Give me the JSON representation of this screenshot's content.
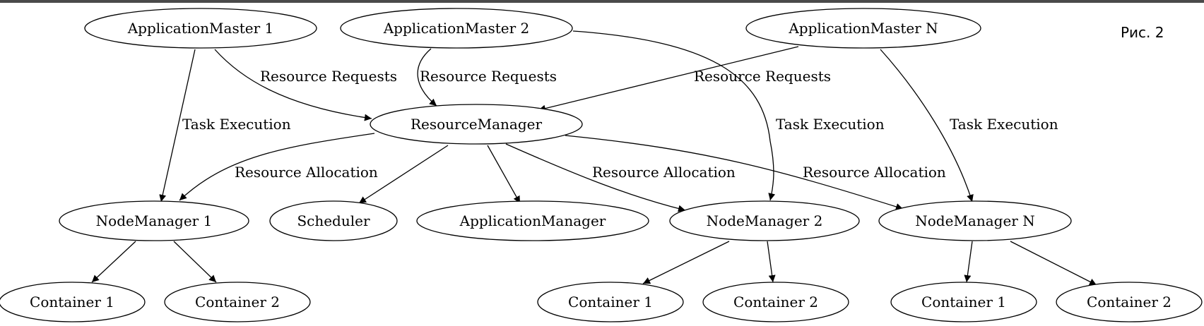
{
  "figure_label": "Рис. 2",
  "colors": {
    "stroke": "#000000",
    "background": "#ffffff",
    "top_bar": "#4a4a4a"
  },
  "nodes": {
    "am1": "ApplicationMaster 1",
    "am2": "ApplicationMaster 2",
    "amn": "ApplicationMaster N",
    "rm": "ResourceManager",
    "nm1": "NodeManager 1",
    "sched": "Scheduler",
    "appmgr": "ApplicationManager",
    "nm2": "NodeManager 2",
    "nmn": "NodeManager N",
    "c11": "Container 1",
    "c12": "Container 2",
    "c21": "Container 1",
    "c22": "Container 2",
    "cn1": "Container 1",
    "cn2": "Container 2"
  },
  "edges": [
    {
      "from": "am1",
      "to": "rm",
      "label": "Resource Requests"
    },
    {
      "from": "am1",
      "to": "nm1",
      "label": "Task Execution"
    },
    {
      "from": "am2",
      "to": "rm",
      "label": "Resource Requests"
    },
    {
      "from": "am2",
      "to": "nm2",
      "label": "Task Execution"
    },
    {
      "from": "amn",
      "to": "rm",
      "label": "Resource Requests"
    },
    {
      "from": "amn",
      "to": "nmn",
      "label": "Task Execution"
    },
    {
      "from": "rm",
      "to": "nm1",
      "label": "Resource Allocation"
    },
    {
      "from": "rm",
      "to": "sched",
      "label": ""
    },
    {
      "from": "rm",
      "to": "appmgr",
      "label": ""
    },
    {
      "from": "rm",
      "to": "nm2",
      "label": "Resource Allocation"
    },
    {
      "from": "rm",
      "to": "nmn",
      "label": "Resource Allocation"
    },
    {
      "from": "nm1",
      "to": "c11",
      "label": ""
    },
    {
      "from": "nm1",
      "to": "c12",
      "label": ""
    },
    {
      "from": "nm2",
      "to": "c21",
      "label": ""
    },
    {
      "from": "nm2",
      "to": "c22",
      "label": ""
    },
    {
      "from": "nmn",
      "to": "cn1",
      "label": ""
    },
    {
      "from": "nmn",
      "to": "cn2",
      "label": ""
    }
  ]
}
